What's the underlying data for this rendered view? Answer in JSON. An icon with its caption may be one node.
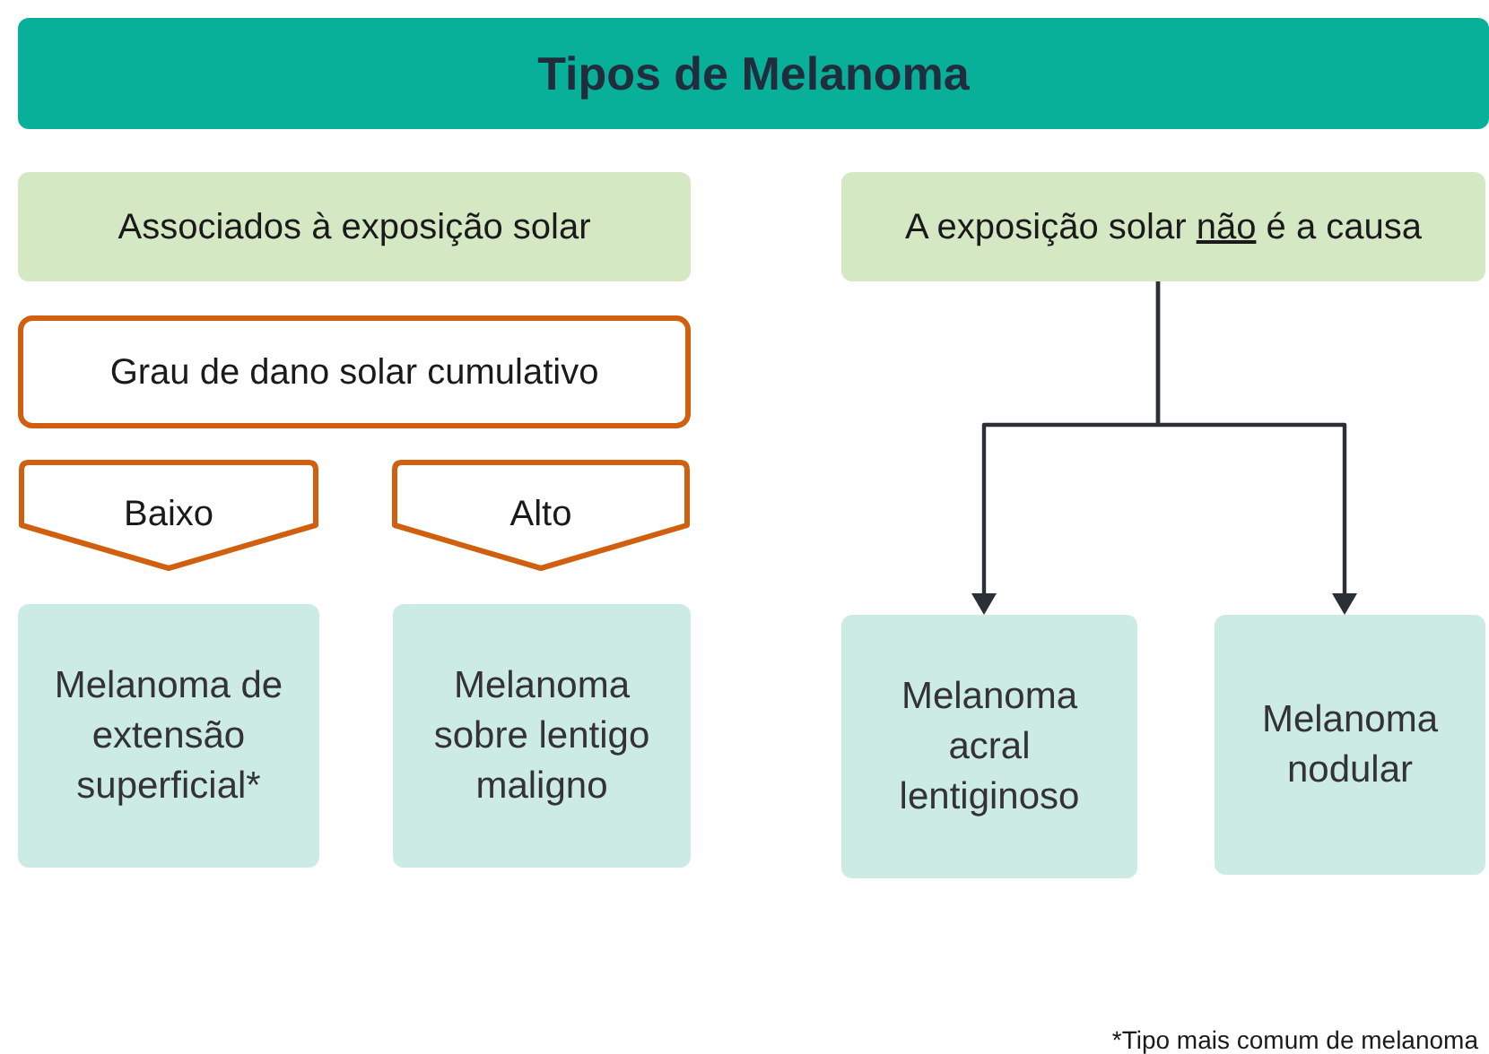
{
  "diagram": {
    "title": "Tipos de Melanoma",
    "nodes": [
      {
        "text": [
          "Associados à exposição solar"
        ]
      },
      {
        "text": [
          "Grau de dano solar cumulativo"
        ]
      },
      {
        "text": [
          "Baixo"
        ]
      },
      {
        "text": [
          "Alto"
        ]
      },
      {
        "text": [
          "Melanoma de extensão superficial*"
        ]
      },
      {
        "text": [
          "Melanoma sobre lentigo maligno"
        ]
      },
      {
        "text": [
          "A exposição solar *não* é a causa"
        ]
      },
      {
        "text": [
          "Melanoma acral lentiginoso"
        ]
      },
      {
        "text": [
          "Melanoma nodular"
        ]
      }
    ],
    "edges": [
      {
        "from": 6,
        "to": 7,
        "arrow": "to"
      },
      {
        "from": 6,
        "to": 8,
        "arrow": "to"
      }
    ],
    "labels": [
      "*Tipo mais comum de melanoma"
    ]
  }
}
